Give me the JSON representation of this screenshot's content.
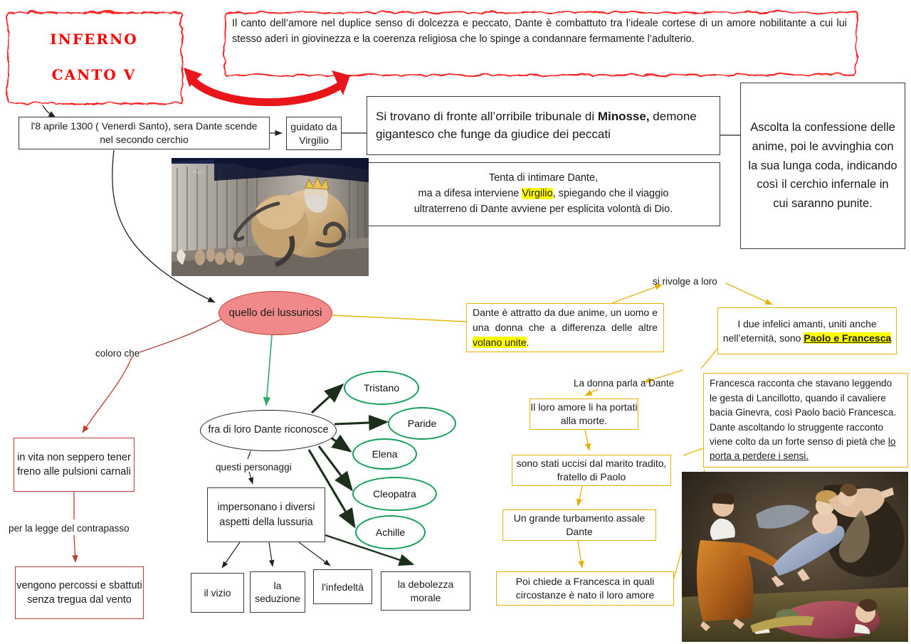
{
  "title": {
    "line1": "INFERNO",
    "line2": "CANTO V",
    "color": "#ff0000"
  },
  "intro": {
    "text": "Il canto dell’amore nel duplice senso di dolcezza e peccato, Dante è combattuto tra l’ideale cortese di un amore nobilitante a cui lui stesso aderì in giovinezza e la coerenza religiosa che lo spinge a condannare fermamente l’adulterio.",
    "border_color": "#ff0000"
  },
  "nodes": {
    "date": "l'8 aprile 1300 ( Venerdì Santo), sera Dante scende nel secondo cerchio",
    "guidato": "guidato da Virgilio",
    "minosse_prefix": "Si trovano di fronte all’orribile tribunale di ",
    "minosse_bold": "Minosse,",
    "minosse_suffix": " demone gigantesco che funge da giudice dei peccati",
    "ascolta": "Ascolta la confessione delle anime, poi le avvinghia con la sua lunga coda, indicando così il cerchio infernale in cui saranno punite.",
    "tenta_l1": "Tenta di intimare Dante,",
    "tenta_l2a": "ma a difesa interviene ",
    "tenta_l2_hl": "Virgilio",
    "tenta_l2b": ", spiegando che il viaggio",
    "tenta_l3": "ultraterreno di Dante avviene per esplicita volontà di Dio.",
    "lussuriosi": "quello dei lussuriosi",
    "riconosce": "fra di loro Dante riconosce",
    "impersonano": "impersonano i diversi aspetti della lussuria",
    "in_vita": "in vita non seppero tener freno alle pulsioni carnali",
    "vengono_percossi": "vengono percossi e sbattuti senza tregua dal vento"
  },
  "characters": [
    "Tristano",
    "Paride",
    "Elena",
    "Cleopatra",
    "Achille"
  ],
  "aspects": [
    "il vizio",
    "la seduzione",
    "l'infedeltà",
    "la debolezza morale"
  ],
  "yellow": {
    "attratto_a": "Dante è attratto da due anime, un uomo e una donna che a differenza delle altre ",
    "attratto_hl": "volano unite",
    "attratto_b": ".",
    "amanti_a": "I due infelici amanti, uniti anche nell’eternità, sono ",
    "amanti_hl": "Paolo e Francesca",
    "francesca_a": "Francesca racconta che stavano leggendo le gesta di Lancillotto,  quando il cavaliere bacia Ginevra, così Paolo baciò Francesca. Dante ascoltando lo struggente racconto viene colto da un forte senso di pietà che ",
    "francesca_u": "lo porta a perdere i sensi.",
    "amore_morte": "Il loro amore li ha portati alla morte.",
    "uccisi": "sono stati uccisi dal marito tradito, fratello di Paolo",
    "turbamento": "Un grande turbamento assale Dante",
    "poi_chiede": "Poi chiede a Francesca in quali circostanze è nato il loro amore",
    "border_color": "#e8b100"
  },
  "labels": {
    "coloro_che": "coloro che",
    "contrapasso": "per la legge del contrapasso",
    "questi_personaggi": "questi personaggi",
    "si_rivolge": "si rivolge a loro",
    "donna_parla": "La donna parla a Dante"
  },
  "images": {
    "minos": "minos-judging-the-damned-illustration",
    "paolo_francesca": "paolo-and-francesca-painting"
  },
  "colors": {
    "red": "#ff0000",
    "dark_red": "#b33b3b",
    "pink": "#f08a8a",
    "green": "#14a05a",
    "yellow_border": "#e8b100",
    "highlight": "#ffff00",
    "black": "#3a3a3a"
  }
}
